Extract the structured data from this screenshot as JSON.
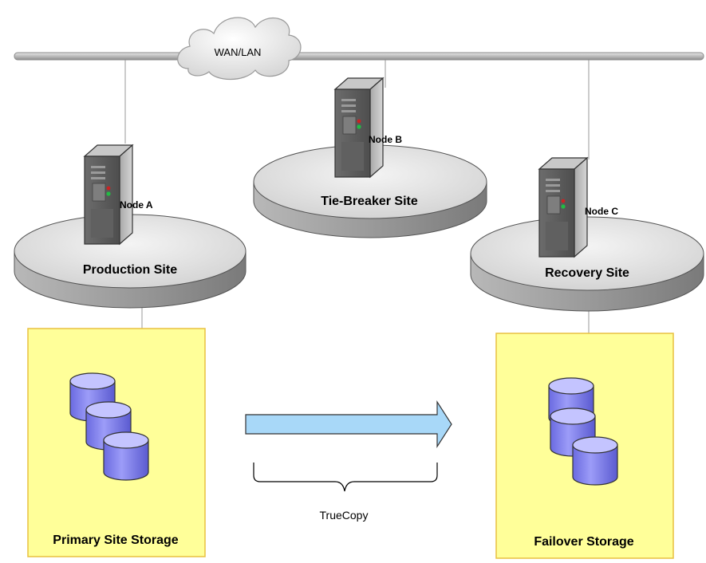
{
  "network": {
    "label": "WAN/LAN",
    "icon": "cloud-icon"
  },
  "sites": [
    {
      "id": "production",
      "label": "Production Site",
      "node": "Node A"
    },
    {
      "id": "tiebreaker",
      "label": "Tie-Breaker Site",
      "node": "Node B"
    },
    {
      "id": "recovery",
      "label": "Recovery Site",
      "node": "Node C"
    }
  ],
  "storage": {
    "primary": {
      "label": "Primary Site Storage",
      "icon": "disk-stack-icon"
    },
    "failover": {
      "label": "Failover Storage",
      "icon": "disk-stack-icon"
    }
  },
  "replication": {
    "label": "TrueCopy",
    "icon": "arrow-right-icon"
  },
  "colors": {
    "storage_fill": "#FFFF99",
    "storage_border": "#E8C040",
    "disk": "#8080F0",
    "arrow": "#A8D8F8",
    "platform": "#DCDCDC",
    "server": "#5A5A5A"
  }
}
